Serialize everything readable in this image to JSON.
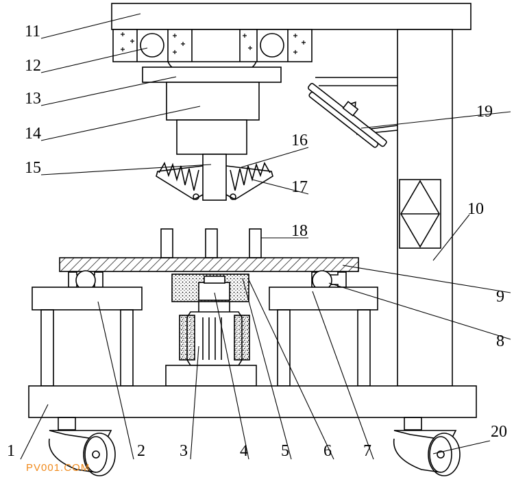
{
  "watermark": "PV001.COM",
  "labels": [
    {
      "id": "1",
      "text": "1"
    },
    {
      "id": "2",
      "text": "2"
    },
    {
      "id": "3",
      "text": "3"
    },
    {
      "id": "4",
      "text": "4"
    },
    {
      "id": "5",
      "text": "5"
    },
    {
      "id": "6",
      "text": "6"
    },
    {
      "id": "7",
      "text": "7"
    },
    {
      "id": "8",
      "text": "8"
    },
    {
      "id": "9",
      "text": "9"
    },
    {
      "id": "10",
      "text": "10"
    },
    {
      "id": "11",
      "text": "11"
    },
    {
      "id": "12",
      "text": "12"
    },
    {
      "id": "13",
      "text": "13"
    },
    {
      "id": "14",
      "text": "14"
    },
    {
      "id": "15",
      "text": "15"
    },
    {
      "id": "16",
      "text": "16"
    },
    {
      "id": "17",
      "text": "17"
    },
    {
      "id": "18",
      "text": "18"
    },
    {
      "id": "19",
      "text": "19"
    },
    {
      "id": "20",
      "text": "20"
    }
  ]
}
